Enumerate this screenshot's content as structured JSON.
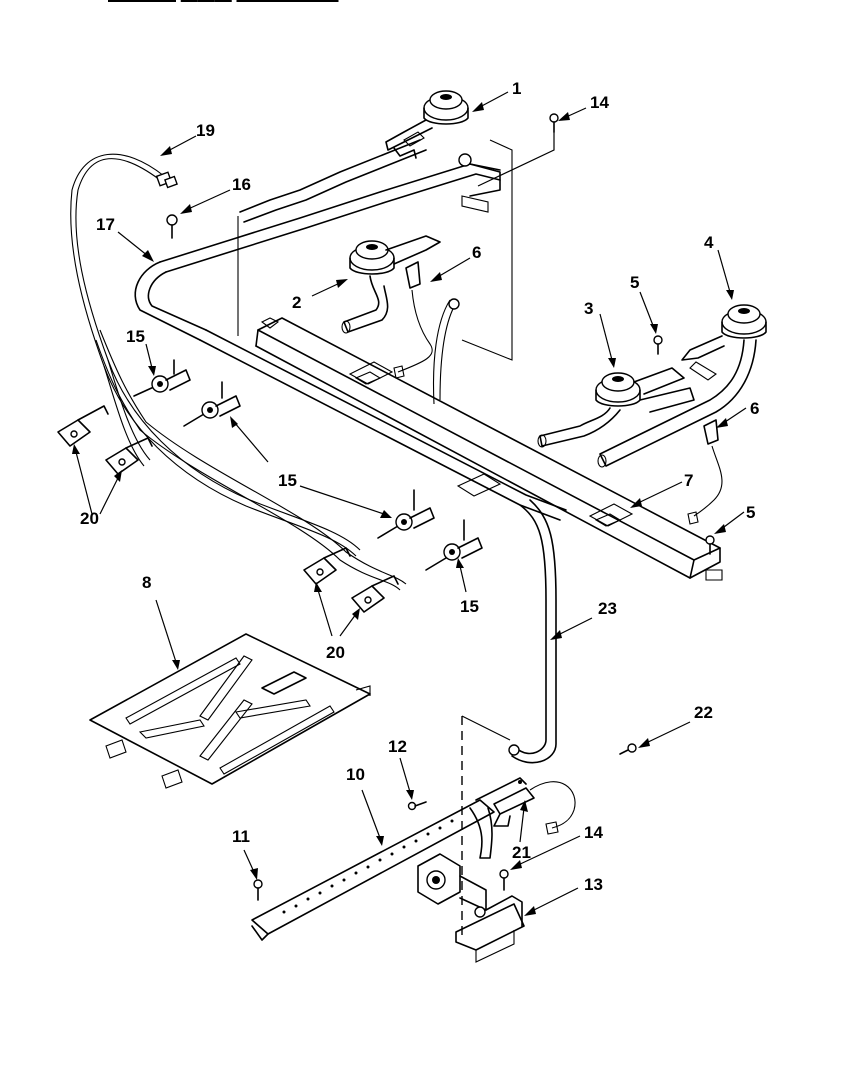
{
  "header": {
    "partial_text": "▬▬▬▬ ▬▬▬ ▬▬▬▬▬▬   ▪ ▪ ▪ ▪"
  },
  "callouts": [
    {
      "id": "1",
      "text": "1"
    },
    {
      "id": "2",
      "text": "2"
    },
    {
      "id": "3",
      "text": "3"
    },
    {
      "id": "4",
      "text": "4"
    },
    {
      "id": "5a",
      "text": "5"
    },
    {
      "id": "5b",
      "text": "5"
    },
    {
      "id": "6a",
      "text": "6"
    },
    {
      "id": "6b",
      "text": "6"
    },
    {
      "id": "7",
      "text": "7"
    },
    {
      "id": "8",
      "text": "8"
    },
    {
      "id": "10",
      "text": "10"
    },
    {
      "id": "11",
      "text": "11"
    },
    {
      "id": "12",
      "text": "12"
    },
    {
      "id": "13",
      "text": "13"
    },
    {
      "id": "14a",
      "text": "14"
    },
    {
      "id": "14b",
      "text": "14"
    },
    {
      "id": "15a",
      "text": "15"
    },
    {
      "id": "15b",
      "text": "15"
    },
    {
      "id": "15c",
      "text": "15"
    },
    {
      "id": "16",
      "text": "16"
    },
    {
      "id": "17",
      "text": "17"
    },
    {
      "id": "19",
      "text": "19"
    },
    {
      "id": "20a",
      "text": "20"
    },
    {
      "id": "20b",
      "text": "20"
    },
    {
      "id": "21",
      "text": "21"
    },
    {
      "id": "22",
      "text": "22"
    },
    {
      "id": "23",
      "text": "23"
    }
  ]
}
